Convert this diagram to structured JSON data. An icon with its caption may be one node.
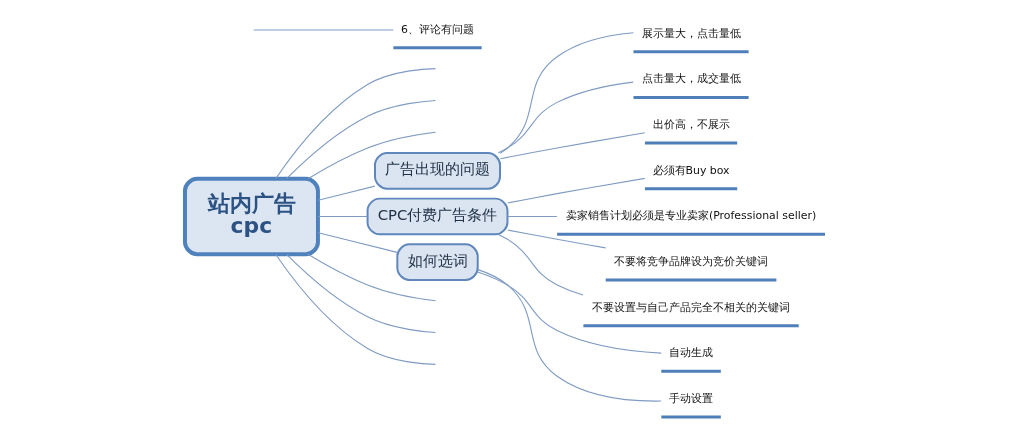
{
  "diagram": {
    "nodes": [
      {
        "text": [
          "站内广告",
          "cpc"
        ]
      },
      {
        "text": [
          "6、评论有问题"
        ]
      },
      {
        "text": [
          "广告出现的问题"
        ]
      },
      {
        "text": [
          "展示量大，点击量低"
        ]
      },
      {
        "text": [
          "点击量大，成交量低"
        ]
      },
      {
        "text": [
          "出价高，不展示"
        ]
      },
      {
        "text": [
          "CPC付费广告条件"
        ]
      },
      {
        "text": [
          "必须有Buy box"
        ]
      },
      {
        "text": [
          "卖家销售计划必须是专业卖家(Professional seller)"
        ]
      },
      {
        "text": [
          "不要将竞争品牌设为竞价关键词"
        ]
      },
      {
        "text": [
          "不要设置与自己产品完全不相关的关键词"
        ]
      },
      {
        "text": [
          "如何选词"
        ]
      },
      {
        "text": [
          "自动生成"
        ]
      },
      {
        "text": [
          "手动设置"
        ]
      }
    ],
    "edges": [
      {
        "from": 0,
        "to": null,
        "arrow": "none"
      },
      {
        "from": 0,
        "to": null,
        "arrow": "none"
      },
      {
        "from": 0,
        "to": null,
        "arrow": "none"
      },
      {
        "from": null,
        "to": 1,
        "arrow": "none"
      },
      {
        "from": 0,
        "to": 2,
        "arrow": "none"
      },
      {
        "from": 2,
        "to": 3,
        "arrow": "none"
      },
      {
        "from": 2,
        "to": 4,
        "arrow": "none"
      },
      {
        "from": 2,
        "to": 5,
        "arrow": "none"
      },
      {
        "from": 0,
        "to": 6,
        "arrow": "none"
      },
      {
        "from": 6,
        "to": 7,
        "arrow": "none"
      },
      {
        "from": 6,
        "to": 8,
        "arrow": "none"
      },
      {
        "from": 6,
        "to": 9,
        "arrow": "none"
      },
      {
        "from": 6,
        "to": 10,
        "arrow": "none"
      },
      {
        "from": 0,
        "to": 11,
        "arrow": "none"
      },
      {
        "from": 11,
        "to": 12,
        "arrow": "none"
      },
      {
        "from": 11,
        "to": 13,
        "arrow": "none"
      },
      {
        "from": 0,
        "to": null,
        "arrow": "none"
      },
      {
        "from": 0,
        "to": null,
        "arrow": "none"
      },
      {
        "from": 0,
        "to": null,
        "arrow": "none"
      }
    ]
  }
}
